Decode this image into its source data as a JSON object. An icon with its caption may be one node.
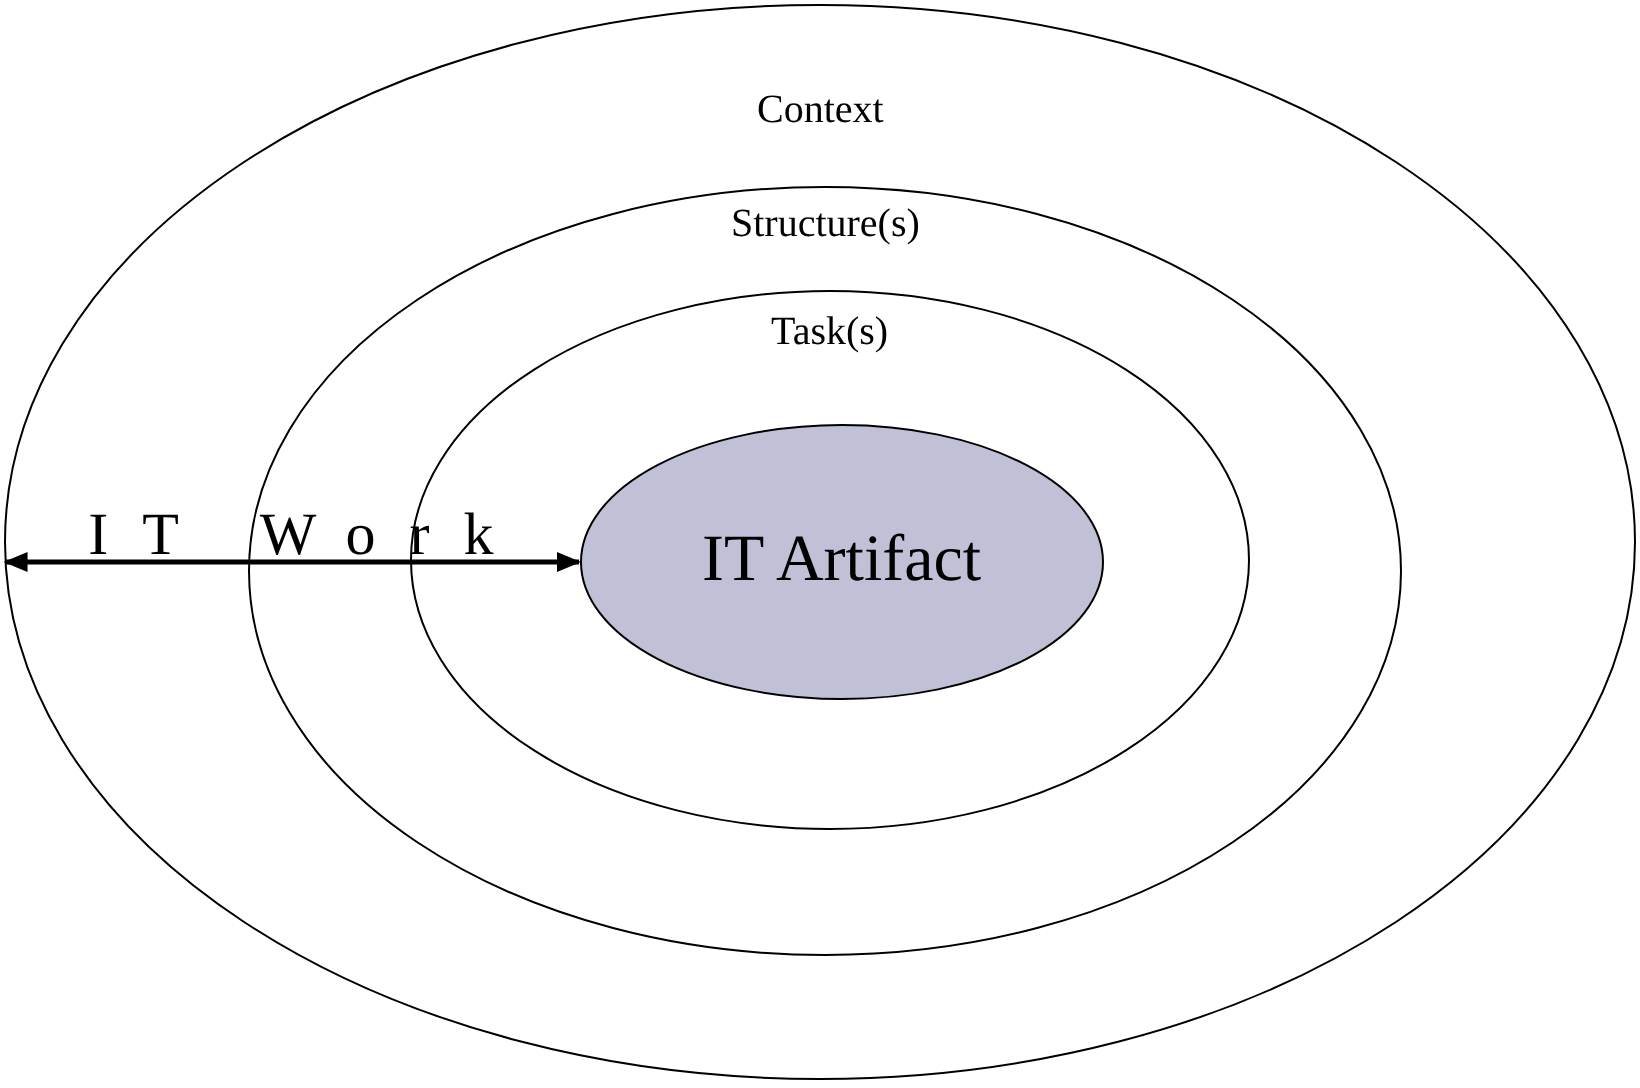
{
  "diagram": {
    "nodes": [
      {
        "text": [
          "Context"
        ]
      },
      {
        "text": [
          "Structure(s)"
        ],
        "in": 0
      },
      {
        "text": [
          "Task(s)"
        ],
        "in": 1
      },
      {
        "text": [
          "IT Artifact"
        ],
        "in": 2
      }
    ],
    "edges": [
      {
        "from": 0,
        "to": 3,
        "arrow": "both",
        "label": "IT Work"
      }
    ]
  }
}
